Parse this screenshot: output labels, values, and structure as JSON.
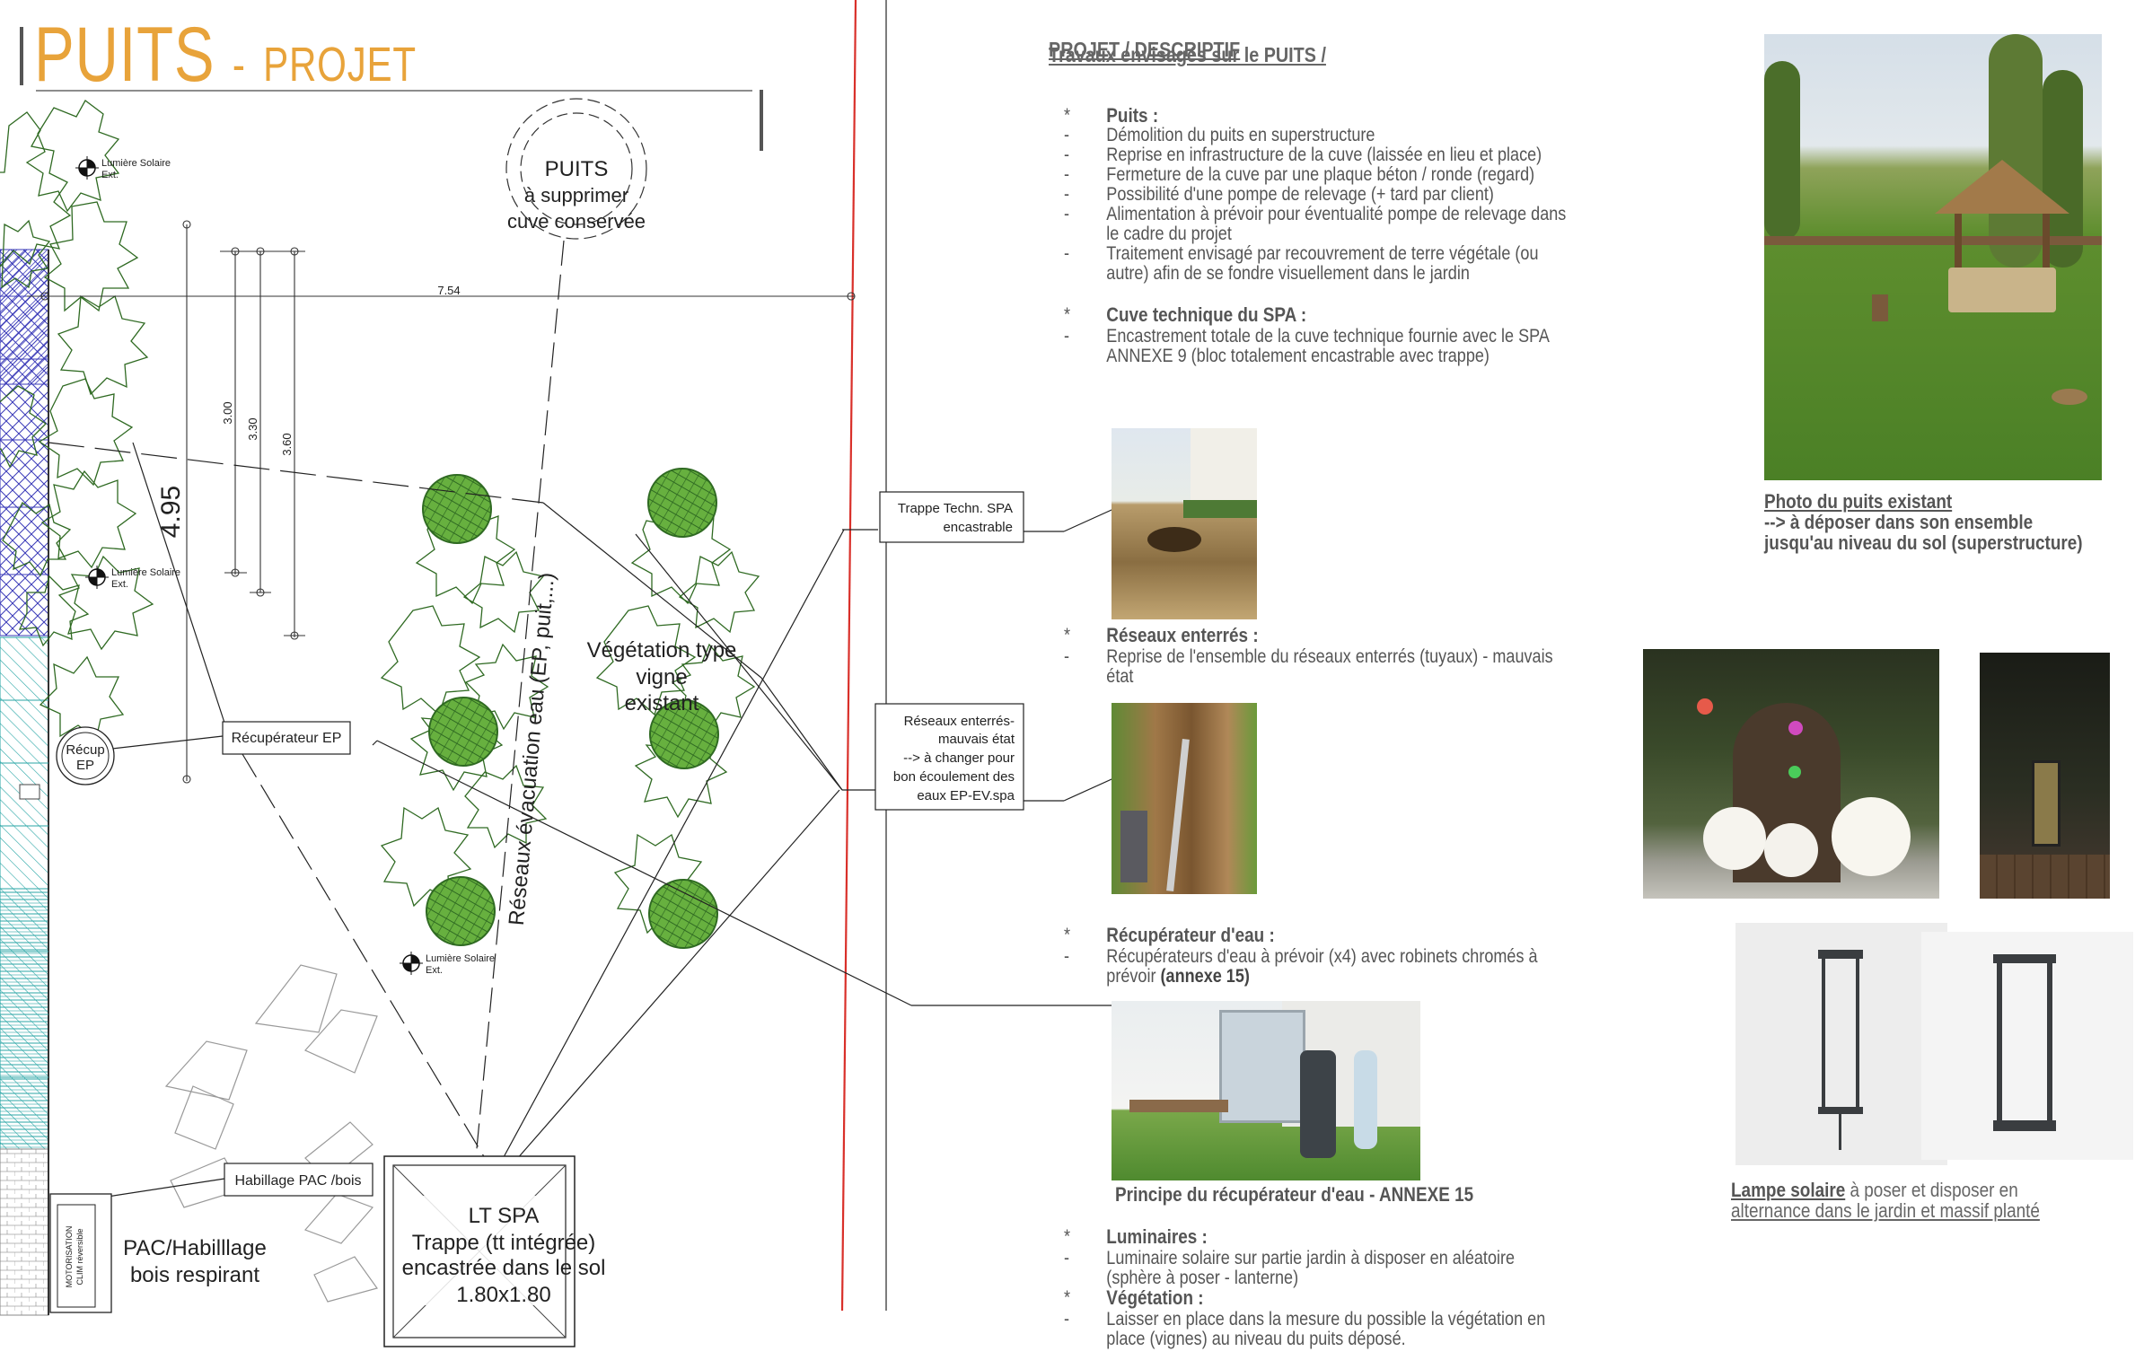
{
  "header": {
    "title": "PUITS",
    "separator": "-",
    "subtitle": "PROJET"
  },
  "plan": {
    "well_label": [
      "PUITS",
      "à supprimer",
      "cuve conservée"
    ],
    "dim_horizontal": "7.54",
    "dim_v1": "3.00",
    "dim_v2": "3.30",
    "dim_v3": "3.60",
    "dim_big": "4.95",
    "light_label_1": [
      "Lumière Solaire",
      "Ext."
    ],
    "light_label_2": [
      "Lumière Solaire",
      "Ext."
    ],
    "light_label_3": [
      "Lumière Solaire",
      "Ext."
    ],
    "recup_circle": [
      "Récup",
      "EP"
    ],
    "recup_box": "Récupérateur EP",
    "vegetation": [
      "Végétation type",
      "vigne",
      "existant"
    ],
    "reseaux_rotated": "Réseaux évacuation eau (EP, puit,...)",
    "trappe_box": [
      "Trappe Techn. SPA",
      "encastrable"
    ],
    "reseaux_box": [
      "Réseaux enterrés-",
      "mauvais état",
      "--> à changer pour",
      "bon écoulement des",
      "eaux EP-EV.spa"
    ],
    "habillage_box": "Habillage PAC /bois",
    "pac_label": [
      "PAC/Habilllage",
      "bois respirant"
    ],
    "motor_label": [
      "MOTORISATION",
      "CLIM réversible"
    ],
    "spa_label": [
      "LT SPA",
      "Trappe (tt intégrée)",
      "encastrée dans le sol",
      "1.80x1.80"
    ]
  },
  "description": {
    "heading_overlap_1": "PROJET / DESCRIPTIF",
    "heading_overlap_2": "Travaux envisagés sur le PUITS /",
    "puits_title": "Puits :",
    "puits_items": [
      "Démolition du puits en superstructure",
      "Reprise en infrastructure de la cuve (laissée en lieu et place)",
      "Fermeture de la cuve par une plaque béton / ronde (regard)",
      "Possibilité d'une pompe de relevage (+ tard par client)",
      "Alimentation à prévoir pour éventualité pompe de relevage dans",
      "le cadre du projet",
      "Traitement envisagé par recouvrement de terre végétale (ou",
      "autre) afin de se fondre visuellement dans le jardin"
    ],
    "cuve_title": "Cuve technique du SPA :",
    "cuve_items": [
      "Encastrement totale de la cuve technique fournie avec le SPA",
      "ANNEXE 9 (bloc totalement encastrable avec trappe)"
    ],
    "reseaux_title": "Réseaux enterrés :",
    "reseaux_items": [
      "Reprise de l'ensemble du réseaux enterrés (tuyaux) - mauvais",
      "état"
    ],
    "recup_title": "Récupérateur d'eau :",
    "recup_items": [
      "Récupérateurs d'eau à prévoir (x4) avec robinets chromés à",
      "prévoir"
    ],
    "recup_annex": "(annexe 15)",
    "recup_caption": "Principe du récupérateur d'eau - ANNEXE 15",
    "lum_title": "Luminaires :",
    "lum_items": [
      "Luminaire solaire sur partie jardin à disposer en aléatoire",
      "(sphère à poser - lanterne)"
    ],
    "veg_title": "Végétation :",
    "veg_items": [
      "Laisser en place dans la mesure du possible la végétation en",
      "place (vignes) au niveau du puits déposé."
    ],
    "bullet_star": "*",
    "bullet_dash": "-"
  },
  "photos": {
    "well_caption_title": "Photo du puits existant",
    "well_caption_line1": "-->  à déposer dans son ensemble",
    "well_caption_line2": "jusqu'au niveau du sol (superstructure)",
    "lamp_caption_bold": "Lampe solaire",
    "lamp_caption_rest": " à poser et disposer en",
    "lamp_caption_line2": "alternance dans le jardin et massif planté"
  },
  "colors": {
    "orange": "#e8a33a",
    "red_line": "#d9302a",
    "shrub_green": "#5fa83a",
    "shrub_outline": "#2f6a22",
    "hatch_blue": "#3a3ab8",
    "hatch_teal": "#2aa6a6"
  }
}
